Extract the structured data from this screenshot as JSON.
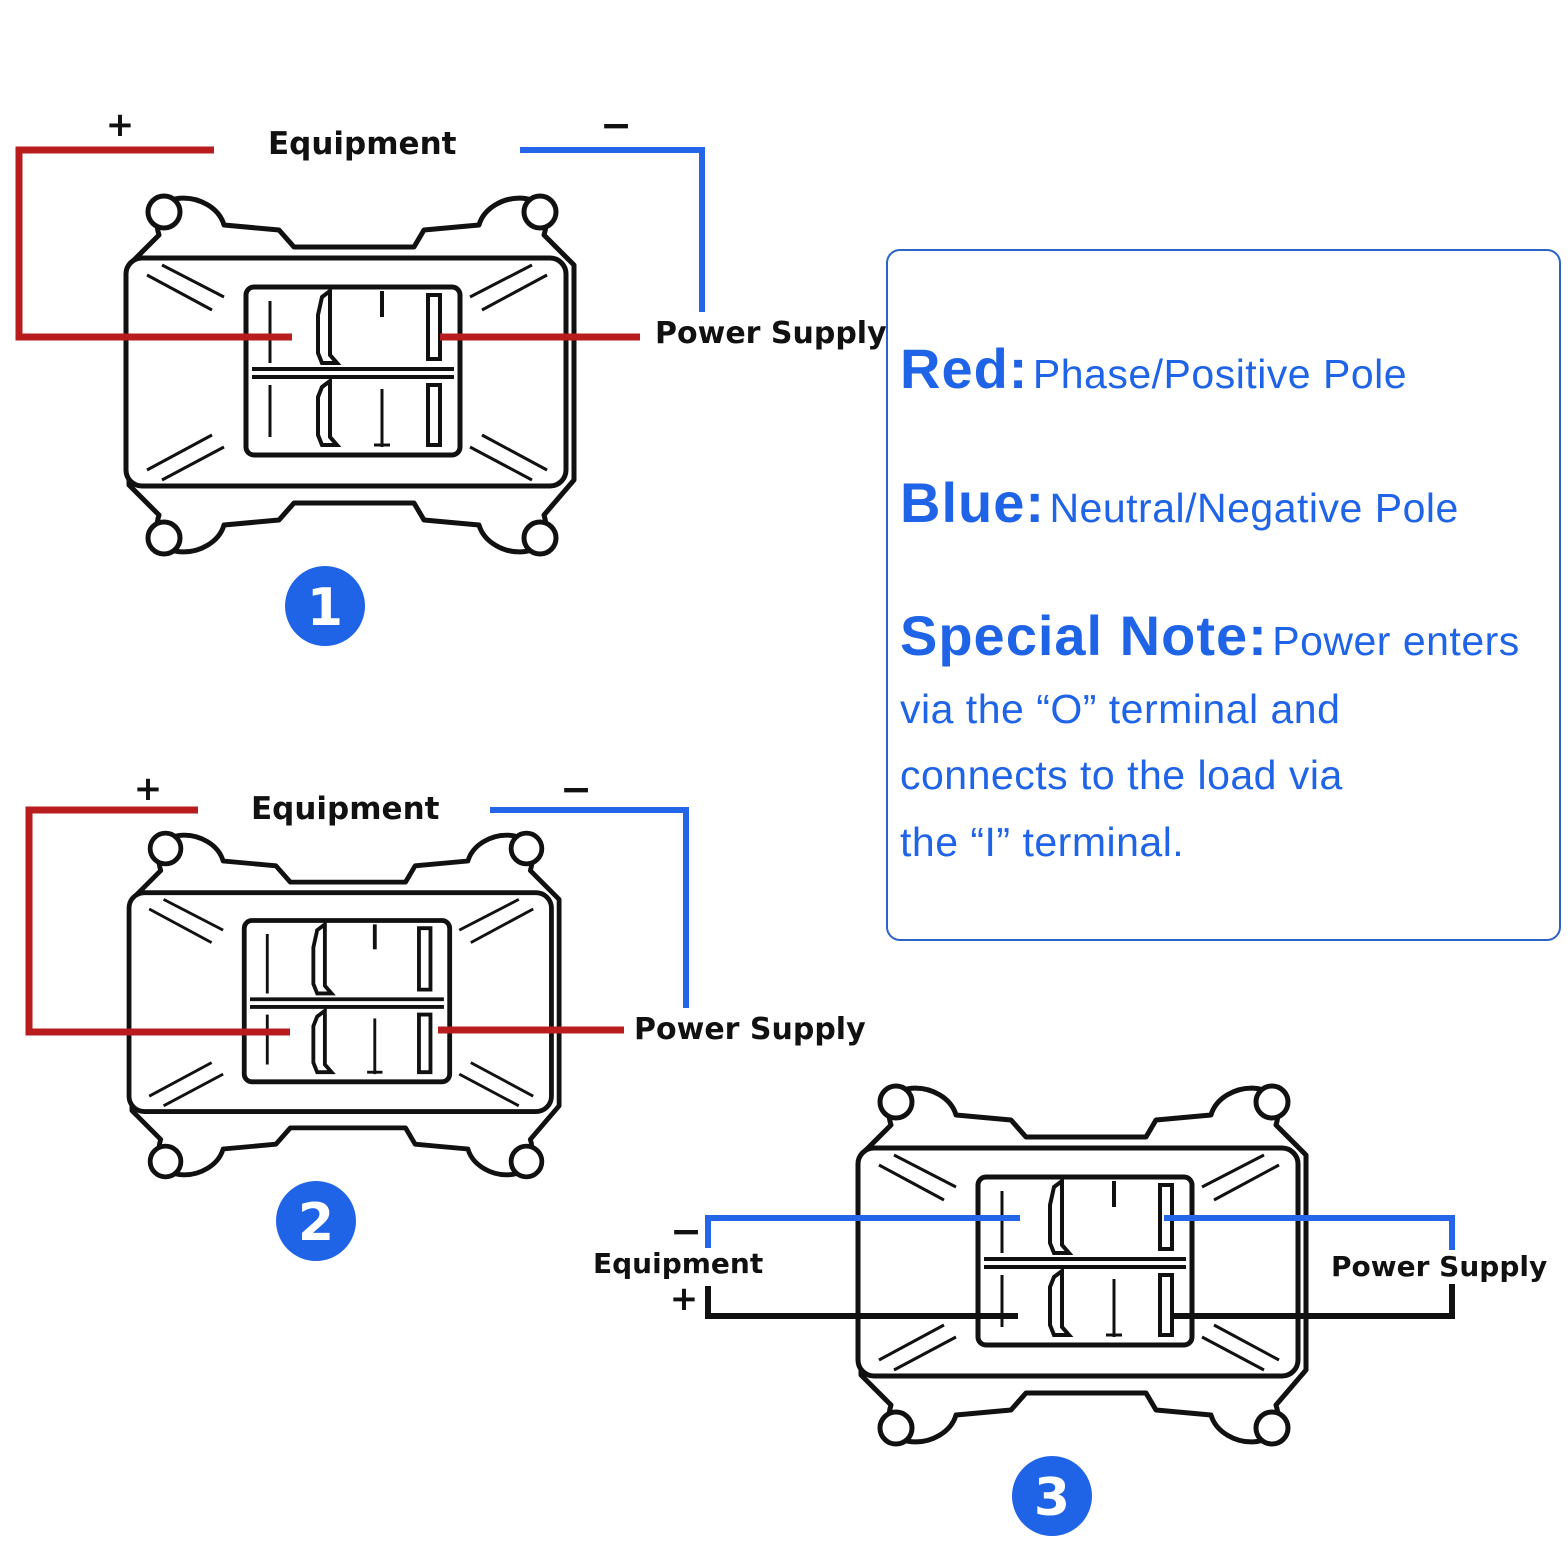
{
  "colors": {
    "red_wire": "#b81c1c",
    "blue_wire": "#2566e8",
    "black_wire": "#111111",
    "accent": "#1f63e6"
  },
  "diagrams": [
    {
      "number": "1",
      "equipment_label": "Equipment",
      "power_label": "Power Supply",
      "plus": "+",
      "minus": "−"
    },
    {
      "number": "2",
      "equipment_label": "Equipment",
      "power_label": "Power Supply",
      "plus": "+",
      "minus": "−"
    },
    {
      "number": "3",
      "equipment_label": "Equipment",
      "power_label": "Power Supply",
      "plus": "+",
      "minus": "−"
    }
  ],
  "legend": {
    "red_key": "Red:",
    "red_value": "Phase/Positive Pole",
    "blue_key": "Blue:",
    "blue_value": "Neutral/Negative Pole",
    "note_key": "Special Note:",
    "note_lines": [
      "Power enters",
      "via the “O” terminal and",
      "connects to the load via",
      "the “I” terminal."
    ]
  }
}
